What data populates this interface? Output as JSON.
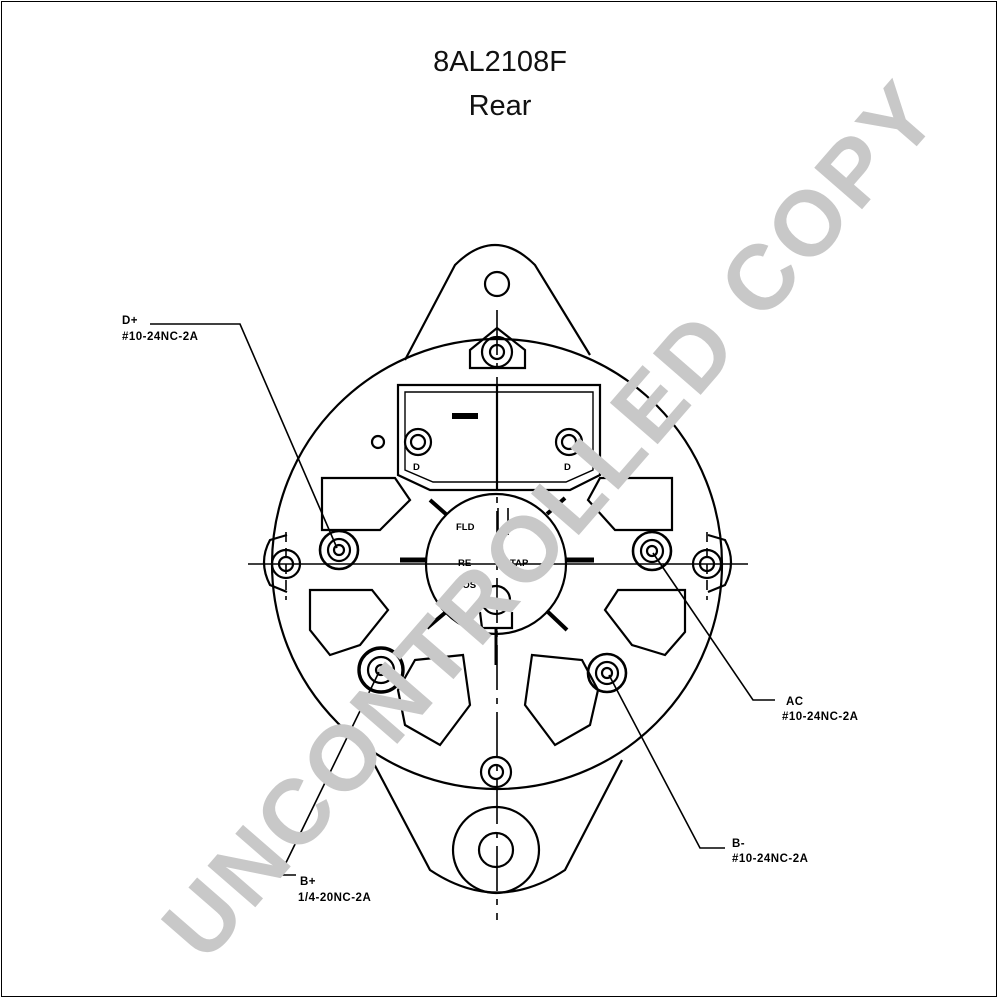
{
  "header": {
    "part_number": "8AL2108F",
    "view": "Rear"
  },
  "callouts": {
    "d_plus": {
      "name": "D+",
      "thread": "#10-24NC-2A"
    },
    "ac": {
      "name": "AC",
      "thread": "#10-24NC-2A"
    },
    "b_minus": {
      "name": "B-",
      "thread": "#10-24NC-2A"
    },
    "b_plus": {
      "name": "B+",
      "thread": "1/4-20NC-2A"
    }
  },
  "terminal_marks": {
    "fld": "FLD",
    "tap": "TAP",
    "r": "RE",
    "pos": "POS",
    "d_left": "D",
    "d_right": "D"
  },
  "watermark": "UNCONTROLLED COPY",
  "colors": {
    "line": "#000000",
    "watermark": "#c8c8c8"
  }
}
